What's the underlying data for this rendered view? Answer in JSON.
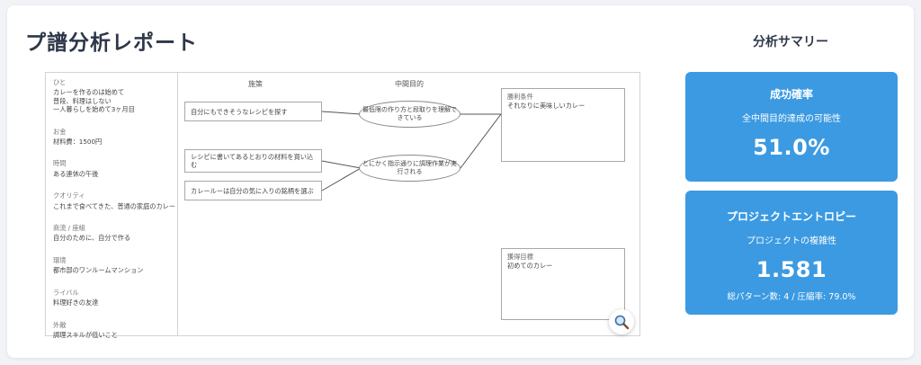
{
  "page": {
    "title": "プ譜分析レポート"
  },
  "diagram": {
    "headers": {
      "measures": "施策",
      "intermediate": "中間目的"
    },
    "left_sections": [
      {
        "label": "ひと",
        "value": "カレーを作るのは始めて\n普段、料理はしない\n一人暮らしを始めて3ヶ月目"
      },
      {
        "label": "お金",
        "value": "材料費：1500円"
      },
      {
        "label": "時間",
        "value": "ある連休の午後"
      },
      {
        "label": "クオリティ",
        "value": "これまで食べてきた、普通の家庭のカレー"
      },
      {
        "label": "商流 / 座組",
        "value": "自分のために、自分で作る"
      },
      {
        "label": "環境",
        "value": "都市部のワンルームマンション"
      },
      {
        "label": "ライバル",
        "value": "料理好きの友達"
      },
      {
        "label": "外敵",
        "value": "調理スキルが低いこと"
      }
    ],
    "measures": [
      "自分にもできそうなレシピを探す",
      "レシピに書いてあるとおりの材料を買い込む",
      "カレールーは自分の気に入りの銘柄を選ぶ"
    ],
    "intermediate": [
      "最低限の作り方と段取りを理解できている",
      "とにかく指示通りに調理作業が実行される"
    ],
    "win_condition": {
      "label": "勝利条件",
      "value": "それなりに美味しいカレー"
    },
    "goal": {
      "label": "獲得目標",
      "value": "初めてのカレー"
    },
    "zoom_icon": "magnifier-icon"
  },
  "summary": {
    "title": "分析サマリー",
    "success": {
      "title": "成功確率",
      "subtitle": "全中間目的達成の可能性",
      "value": "51.0%"
    },
    "entropy": {
      "title": "プロジェクトエントロピー",
      "subtitle": "プロジェクトの複雑性",
      "value": "1.581",
      "footer": "総パターン数: 4 / 圧縮率: 79.0%"
    }
  },
  "colors": {
    "accent": "#3b9ae1",
    "title": "#2d3748",
    "background": "#f1f3f6"
  }
}
